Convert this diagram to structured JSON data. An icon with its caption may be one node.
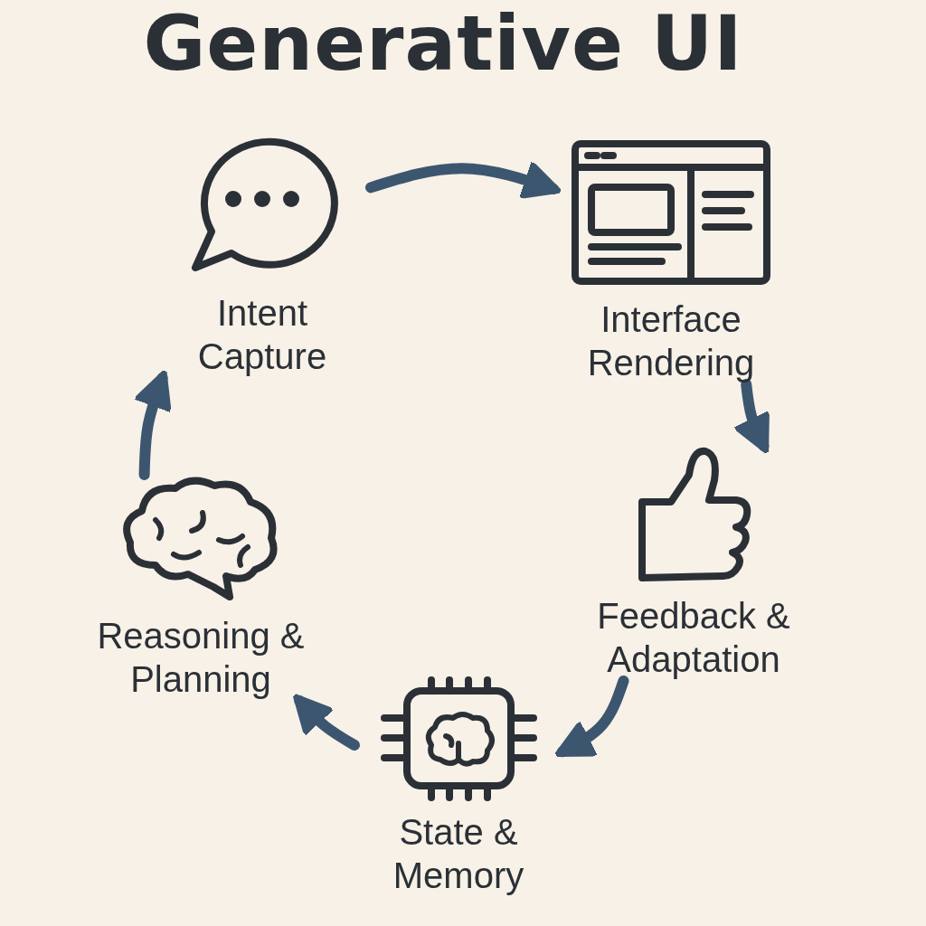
{
  "diagram": {
    "title": "Generative UI",
    "nodes": [
      {
        "text": [
          "Intent Capture"
        ]
      },
      {
        "text": [
          "Interface Rendering"
        ]
      },
      {
        "text": [
          "Feedback & Adaptation"
        ]
      },
      {
        "text": [
          "State & Memory"
        ]
      },
      {
        "text": [
          "Reasoning & Planning"
        ]
      }
    ],
    "edges": [
      {
        "from": 0,
        "to": 1,
        "arrow": "to"
      },
      {
        "from": 1,
        "to": 2,
        "arrow": "to"
      },
      {
        "from": 2,
        "to": 3,
        "arrow": "to"
      },
      {
        "from": 3,
        "to": 4,
        "arrow": "to"
      },
      {
        "from": 4,
        "to": 0,
        "arrow": "to"
      }
    ]
  }
}
